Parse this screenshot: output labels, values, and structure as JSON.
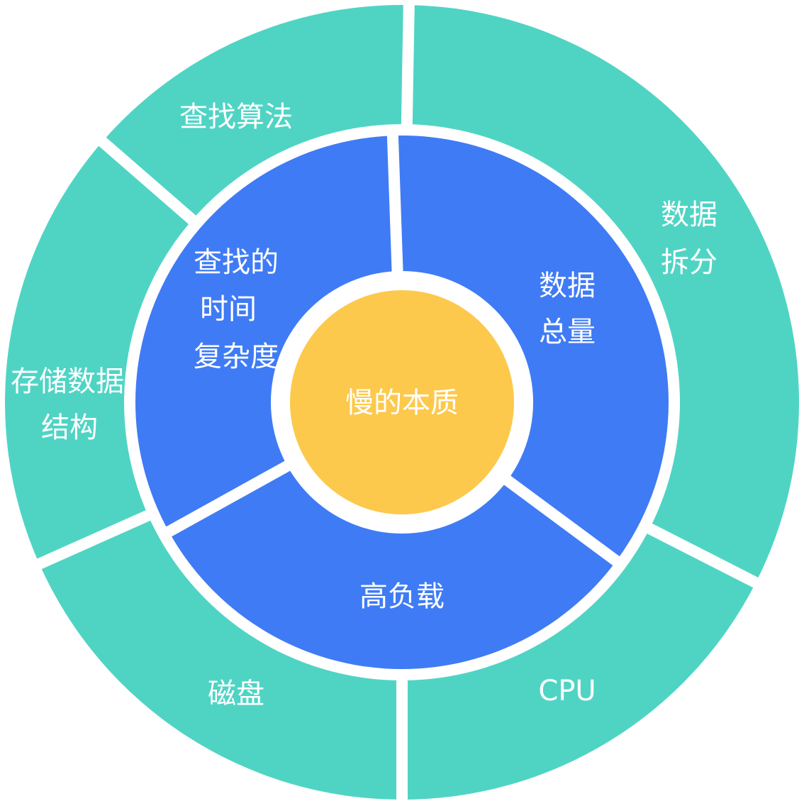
{
  "colors": {
    "outer": "#4fd4c4",
    "middle": "#3f7bf5",
    "center": "#fdc94c",
    "gap": "#ffffff"
  },
  "center": {
    "label": "慢的本质"
  },
  "middle": [
    {
      "id": "complexity",
      "lines": [
        "查找的",
        "时间",
        "复杂度"
      ]
    },
    {
      "id": "volume",
      "lines": [
        "数据",
        "总量"
      ]
    },
    {
      "id": "load",
      "lines": [
        "高负载"
      ]
    }
  ],
  "outer": [
    {
      "id": "search-algorithm",
      "lines": [
        "查找算法"
      ]
    },
    {
      "id": "data-split",
      "lines": [
        "数据",
        "拆分"
      ]
    },
    {
      "id": "cpu",
      "lines": [
        "CPU"
      ]
    },
    {
      "id": "disk",
      "lines": [
        "磁盘"
      ]
    },
    {
      "id": "storage-structure",
      "lines": [
        "存储数据",
        "结构"
      ]
    }
  ]
}
